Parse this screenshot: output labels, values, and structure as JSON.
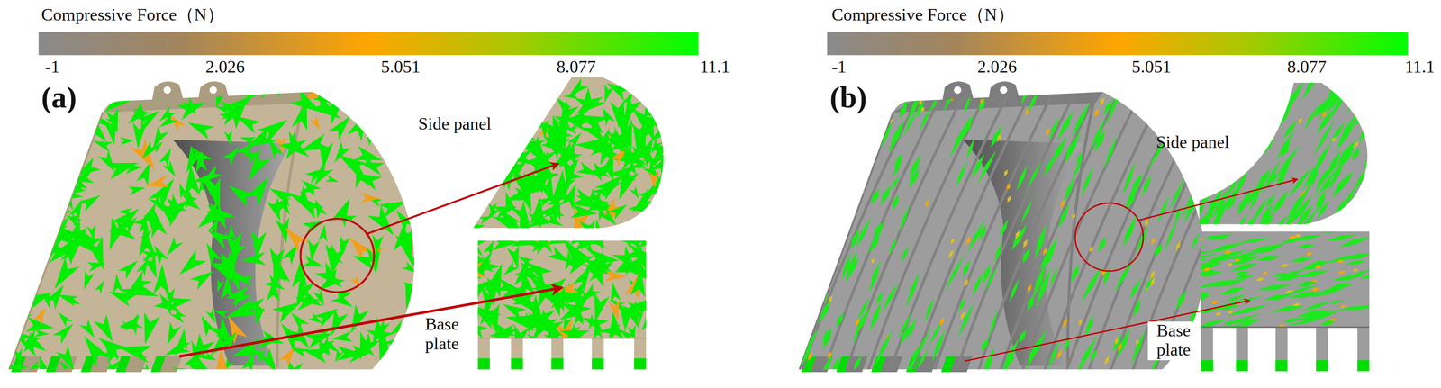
{
  "diagram": {
    "labels": [
      "Compressive Force（N）",
      "-1",
      "2.026",
      "5.051",
      "8.077",
      "11.1",
      "(a)",
      "Side panel",
      "Base plate",
      "Compressive Force（N）",
      "-1",
      "2.026",
      "5.051",
      "8.077",
      "11.1",
      "(b)",
      "Side panel",
      "Base plate"
    ]
  }
}
